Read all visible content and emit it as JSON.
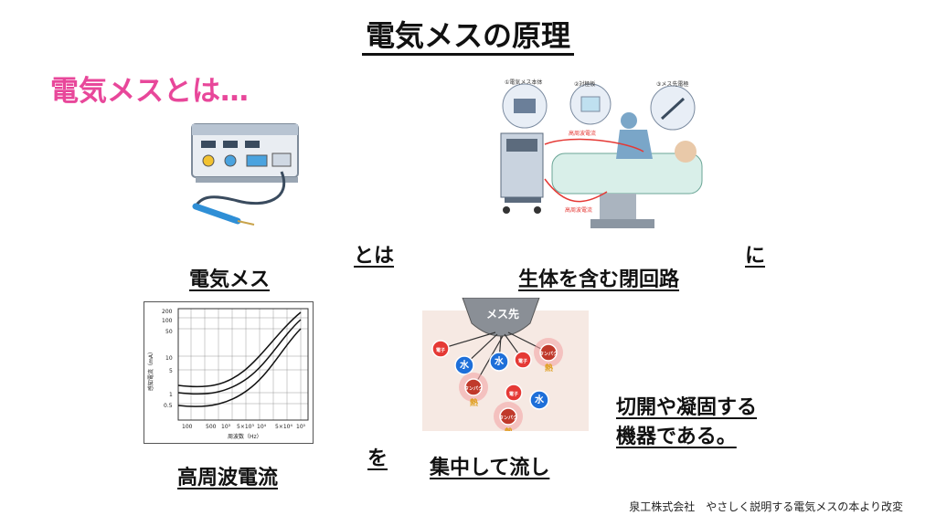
{
  "slide": {
    "title": "電気メスの原理",
    "subtitle": "電気メスとは…",
    "labels": {
      "esu": "電気メス",
      "towa": "とは",
      "circuit": "生体を含む閉回路",
      "ni": "に",
      "hf_current": "高周波電流",
      "wo": "を",
      "focus_flow": "集中して流し",
      "desc_line1": "切開や凝固する",
      "desc_line2": "機器である。"
    },
    "credit": "泉工株式会社　やさしく説明する電気メスの本より改変"
  },
  "circuit_figure": {
    "callouts": [
      "①電気メス本体",
      "②対極板",
      "③メス先電極"
    ],
    "arrows": [
      "高周波電流",
      "高周波電流"
    ]
  },
  "probe_figure": {
    "probe_label": "メス先",
    "particles": [
      {
        "label": "電子",
        "kind": "electron"
      },
      {
        "label": "水",
        "kind": "water"
      },
      {
        "label": "水",
        "kind": "water"
      },
      {
        "label": "電子",
        "kind": "electron"
      },
      {
        "label": "タンパク",
        "kind": "protein"
      },
      {
        "label": "タンパク",
        "kind": "protein"
      },
      {
        "label": "電子",
        "kind": "electron"
      },
      {
        "label": "水",
        "kind": "water"
      },
      {
        "label": "タンパク",
        "kind": "protein"
      }
    ],
    "heat_label": "熱",
    "colors": {
      "electron": "#e53935",
      "water": "#1e6fd9",
      "protein": "#c0392b",
      "bg": "#f6e9e3"
    }
  },
  "graph": {
    "ylabel": "感知電流（mA）",
    "xlabel": "周波数（Hz）",
    "yticks": [
      "200",
      "100",
      "50",
      "10",
      "5",
      "1",
      "0.5"
    ],
    "xticks": [
      "100",
      "500",
      "10³",
      "5×10³",
      "10⁴",
      "5×10⁴",
      "10⁵"
    ]
  }
}
